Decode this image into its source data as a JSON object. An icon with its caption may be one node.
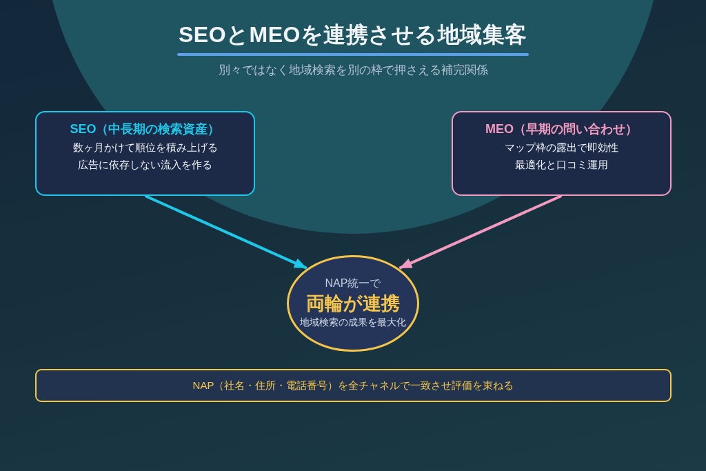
{
  "diagram": {
    "title": "SEOとMEOを連携させる地域集客",
    "nodes": [
      {
        "text": [
          "SEO（中長期の検索資産）",
          "数ヶ月かけて順位を積み上げる",
          "広告に依存しない流入を作る"
        ]
      },
      {
        "text": [
          "MEO（早期の問い合わせ）",
          "マップ枠の露出で即効性",
          "最適化と口コミ運用"
        ]
      },
      {
        "text": [
          "NAP統一で",
          "両輪が連携",
          "地域検索の成果を最大化"
        ]
      },
      {
        "text": [
          "NAP（社名・住所・電話番号）を全チャネルで一致させ評価を束ねる"
        ]
      }
    ],
    "edges": [
      {
        "from": 0,
        "to": 2,
        "arrow": "to",
        "color": "#1ec8e8"
      },
      {
        "from": 1,
        "to": 2,
        "arrow": "to",
        "color": "#f39ac0"
      }
    ],
    "labels": [
      "別々ではなく地域検索を別の枠で押さえる補完関係"
    ]
  }
}
